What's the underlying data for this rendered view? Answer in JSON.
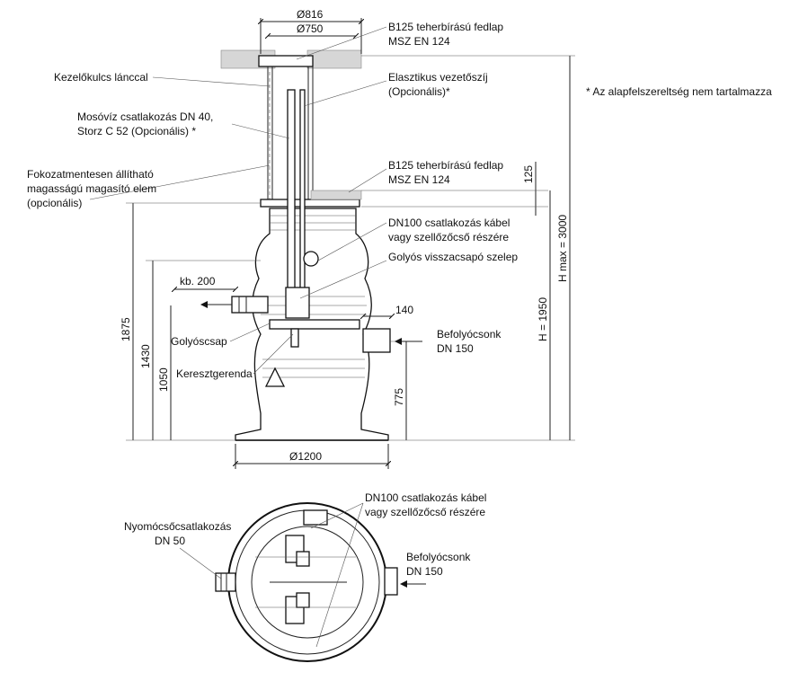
{
  "dimensions": {
    "d816": "Ø816",
    "d750": "Ø750",
    "d1200": "Ø1200",
    "kb200": "kb. 200",
    "d140": "140",
    "h125": "125",
    "h1875": "1875",
    "h1430": "1430",
    "h1050": "1050",
    "h775": "775",
    "h1950": "H = 1950",
    "hmax": "H max = 3000"
  },
  "labels": {
    "cover_top_1": "B125 teherbírású fedlap",
    "cover_top_2": "MSZ EN 124",
    "elastic_1": "Elasztikus vezetőszíj",
    "elastic_2": "(Opcionális)*",
    "chain_key": "Kezelőkulcs lánccal",
    "wash_1": "Mosóvíz csatlakozás DN 40,",
    "wash_2": "Storz C 52  (Opcionális) *",
    "cover_low_1": "B125 teherbírású fedlap",
    "cover_low_2": "MSZ EN 124",
    "riser_1": "Fokozatmentesen állítható",
    "riser_2": "magasságú magasító elem",
    "riser_3": "(opcionális)",
    "dn100_1": "DN100 csatlakozás kábel",
    "dn100_2": "vagy szellőzőcső részére",
    "ball_valve": "Golyós visszacsapó szelep",
    "ball_cap": "Golyóscsap",
    "crossbeam": "Keresztgerenda",
    "inlet_1": "Befolyócsonk",
    "inlet_2": "DN 150",
    "note": "* Az alapfelszereltség nem tartalmazza",
    "pressure_1": "Nyomócsőcsatlakozás",
    "pressure_2": "DN 50",
    "plan_dn100_1": "DN100 csatlakozás kábel",
    "plan_dn100_2": "vagy szellőzőcső részére",
    "plan_inlet_1": "Befolyócsonk",
    "plan_inlet_2": "DN 150"
  }
}
